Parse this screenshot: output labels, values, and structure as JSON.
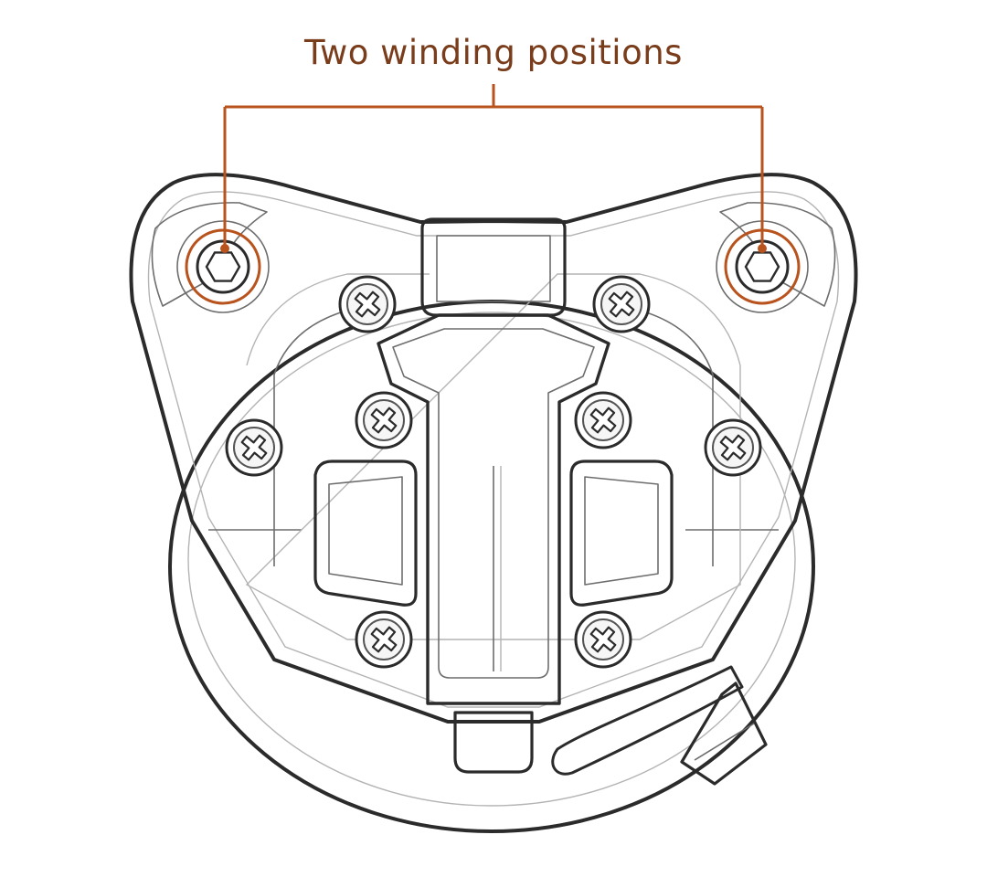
{
  "figure": {
    "callout_label": "Two winding positions",
    "accent_color": "#b9531d",
    "label_color": "#7a3d1c",
    "line_color": "#2b2b2b",
    "marked_items": [
      "left-winding-position",
      "right-winding-position"
    ]
  }
}
